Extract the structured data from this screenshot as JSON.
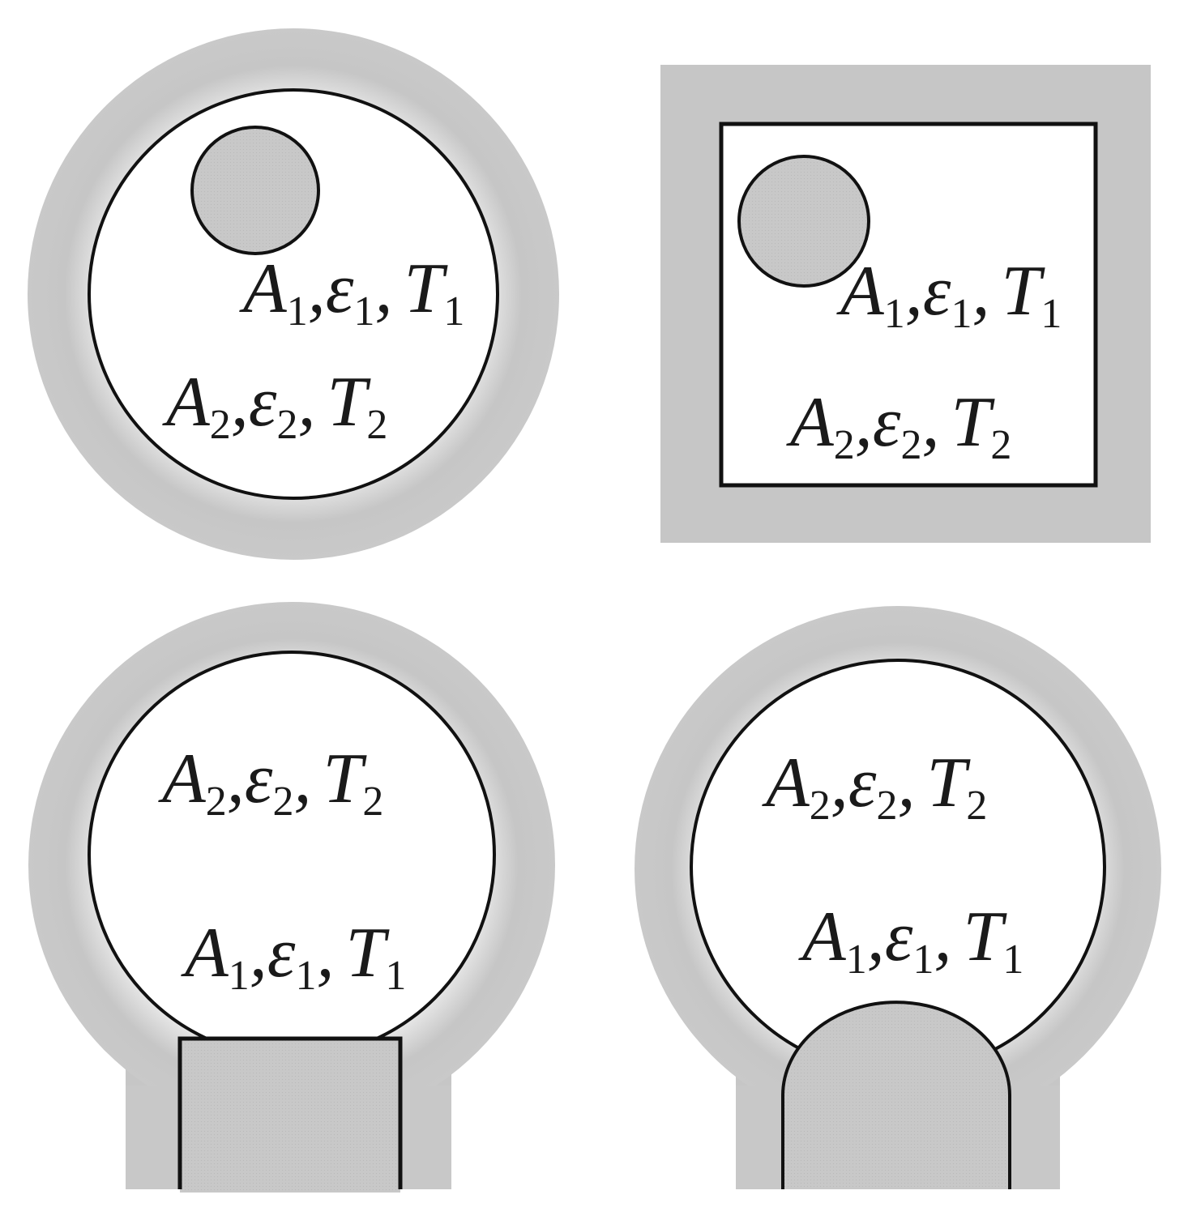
{
  "colors": {
    "insulation": "#c6c6c6",
    "insulation_edge": "#d4d4d4",
    "cavity": "#ffffff",
    "object": "#c9c9c9",
    "stroke": "#111111"
  },
  "labels": {
    "surface1": {
      "A": "A",
      "eps": "ε",
      "T": "T",
      "sub": "1",
      "sep": ","
    },
    "surface2": {
      "A": "A",
      "eps": "ε",
      "T": "T",
      "sub": "2",
      "sep": ","
    }
  },
  "panels": [
    {
      "name": "spherical-enclosure-small-sphere"
    },
    {
      "name": "square-enclosure-small-cylinder"
    },
    {
      "name": "spherical-enclosure-flat-probe"
    },
    {
      "name": "spherical-enclosure-rounded-probe"
    }
  ]
}
